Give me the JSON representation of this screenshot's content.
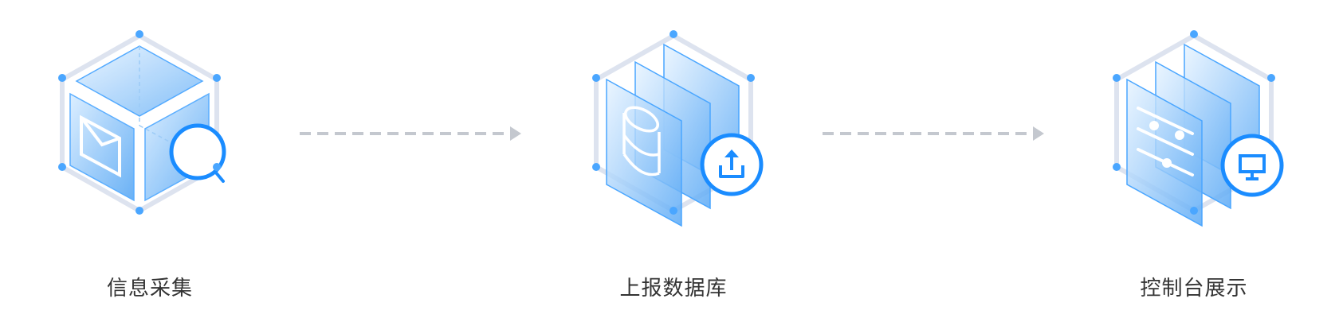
{
  "steps": [
    {
      "label": "信息采集",
      "icon": "cube-magnifier-icon"
    },
    {
      "label": "上报数据库",
      "icon": "layers-upload-icon"
    },
    {
      "label": "控制台展示",
      "icon": "layers-monitor-icon"
    }
  ],
  "colors": {
    "accent": "#1a8cff",
    "node": "#4aa6ff",
    "frame": "#dde3ef",
    "panel_light": "#e6f3ff",
    "panel_dark": "#6fb4f7",
    "arrow": "#c4c8cf",
    "label": "#333333"
  }
}
